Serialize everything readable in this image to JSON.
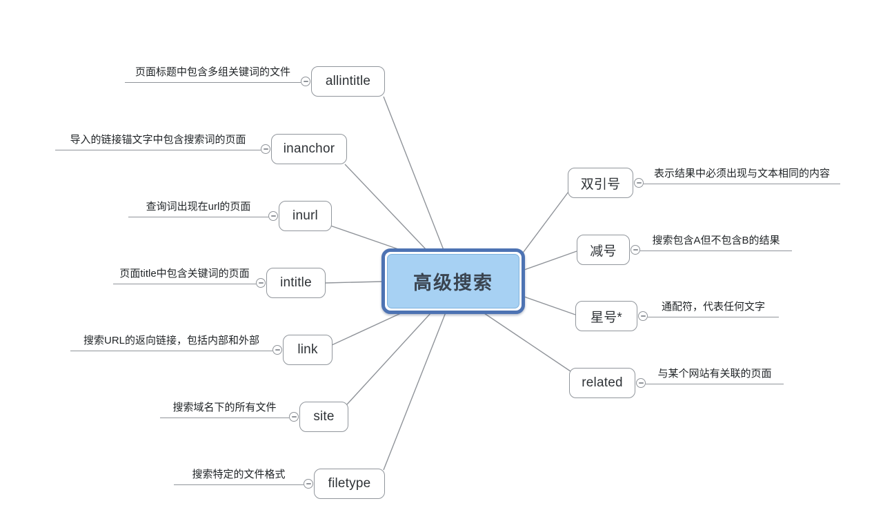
{
  "app": {
    "name": "mind-map",
    "background": "#ffffff"
  },
  "colors": {
    "root_border": "#4d73b3",
    "root_fill": "#a7d1f3",
    "root_text": "#3a4450",
    "branch_line": "#8f9399",
    "topic_border": "#90959b",
    "topic_fill": "#ffffff",
    "topic_text": "#2e3236",
    "desc_text": "#1f2326"
  },
  "mindmap": {
    "root": {
      "label": "高级搜索"
    },
    "toggle_state": "expanded",
    "left_branches": [
      {
        "label": "allintitle",
        "desc": "页面标题中包含多组关键词的文件"
      },
      {
        "label": "inanchor",
        "desc": "导入的链接锚文字中包含搜索词的页面"
      },
      {
        "label": "inurl",
        "desc": "查询词出现在url的页面"
      },
      {
        "label": "intitle",
        "desc": "页面title中包含关键词的页面"
      },
      {
        "label": "link",
        "desc": "搜索URL的返向链接，包括内部和外部"
      },
      {
        "label": "site",
        "desc": "搜索域名下的所有文件"
      },
      {
        "label": "filetype",
        "desc": "搜索特定的文件格式"
      }
    ],
    "right_branches": [
      {
        "label": "双引号",
        "desc": "表示结果中必须出现与文本相同的内容"
      },
      {
        "label": "减号",
        "desc": "搜索包含A但不包含B的结果"
      },
      {
        "label": "星号*",
        "desc": "通配符，代表任何文字"
      },
      {
        "label": "related",
        "desc": "与某个网站有关联的页面"
      }
    ]
  }
}
